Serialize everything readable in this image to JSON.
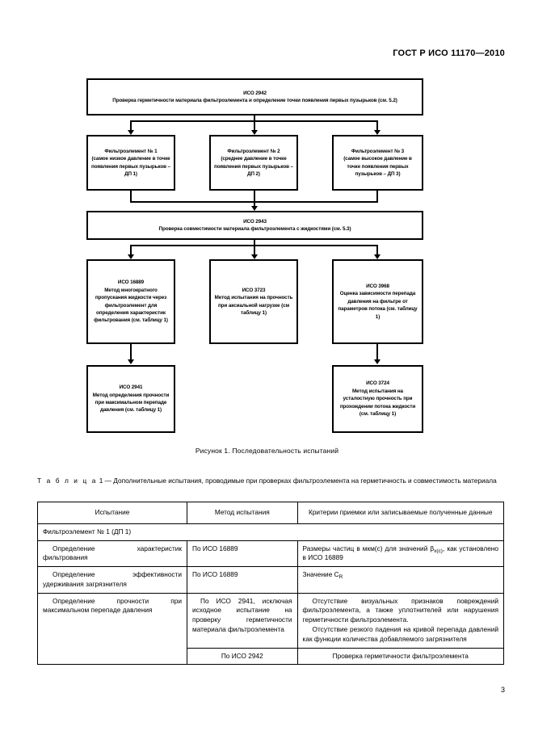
{
  "header": {
    "standard_title": "ГОСТ Р ИСО 11170—2010"
  },
  "figure": {
    "caption": "Рисунок 1. Последовательность испытаний",
    "nodes": {
      "iso2942": {
        "title": "ИСО 2942",
        "body": "Проверка герметичности материала фильтроэлемента и определение точки появления первых пузырьков (см. 5.2)"
      },
      "element1": {
        "title": "Фильтроэлемент № 1",
        "body": "(самое низкое давление в точке появления первых пузырьков – ДП 1)"
      },
      "element2": {
        "title": "Фильтроэлемент № 2",
        "body": "(среднее давление в точке появления первых пузырьков – ДП 2)"
      },
      "element3": {
        "title": "Фильтроэлемент № 3",
        "body": "(самое высокое давление в точке появления первых пузырьков – ДП 3)"
      },
      "iso2943": {
        "title": "ИСО 2943",
        "body": "Проверка совместимости материала фильтроэлемента с жидкостями (см. 5.3)"
      },
      "iso16889": {
        "title": "ИСО 16889",
        "body": "Метод многократного пропускания жидкости через фильтроэлемент для определения характеристик фильтрования (см. таблицу 1)"
      },
      "iso3723": {
        "title": "ИСО 3723",
        "body": "Метод испытания на прочность при аксиальной нагрузке (см таблицу 1)"
      },
      "iso3968": {
        "title": "ИСО 3968",
        "body": "Оценка зависимости перепада давления на фильтре от параметров потока (см. таблицу 1)"
      },
      "iso2941": {
        "title": "ИСО 2941",
        "body": "Метод определения прочности при максимальном перепаде давления (см. таблицу 1)"
      },
      "iso3724": {
        "title": "ИСО 3724",
        "body": "Метод испытания на усталостную прочность при прохождении потока жидкости (см. таблицу 1)"
      }
    }
  },
  "table": {
    "title_label": "Т а б л и ц а",
    "title_number": "1",
    "title_text": "— Дополнительные испытания, проводимые при проверках фильтроэлемента на герметичность и совместимость материала",
    "headers": [
      "Испытание",
      "Метод испытания",
      "Критерии приемки или записываемые полученные данные"
    ],
    "section_row": "Фильтроэлемент № 1 (ДП 1)",
    "rows": [
      {
        "test": "Определение характеристик фильтрования",
        "method": "По ИСО 16889",
        "criteria_pre": "Размеры частиц в мкм(с) для значений β",
        "criteria_sub": "x(c)",
        "criteria_post": ", как установлено в ИСО 16889"
      },
      {
        "test": "Определение эффективности удерживания загрязнителя",
        "method": "По ИСО 16889",
        "criteria_pre": "Значение C",
        "criteria_sub": "R",
        "criteria_post": ""
      },
      {
        "test": "Определение прочности при максимальном перепаде давления",
        "method": "По ИСО 2941, исключая исходное испытание на проверку герметичности материала фильтроэлемента",
        "criteria_p1": "Отсутствие визуальных признаков повреждений фильтроэлемента, а также уплотнителей или нарушения герметичности фильтроэлемента.",
        "criteria_p2": "Отсутствие резкого падения на кривой перепада давлений как функции количества добавляемого загрязнителя"
      },
      {
        "test": "",
        "method": "По ИСО 2942",
        "criteria": "Проверка герметичности фильтроэлемента"
      }
    ]
  },
  "footer": {
    "page_number": "3"
  }
}
